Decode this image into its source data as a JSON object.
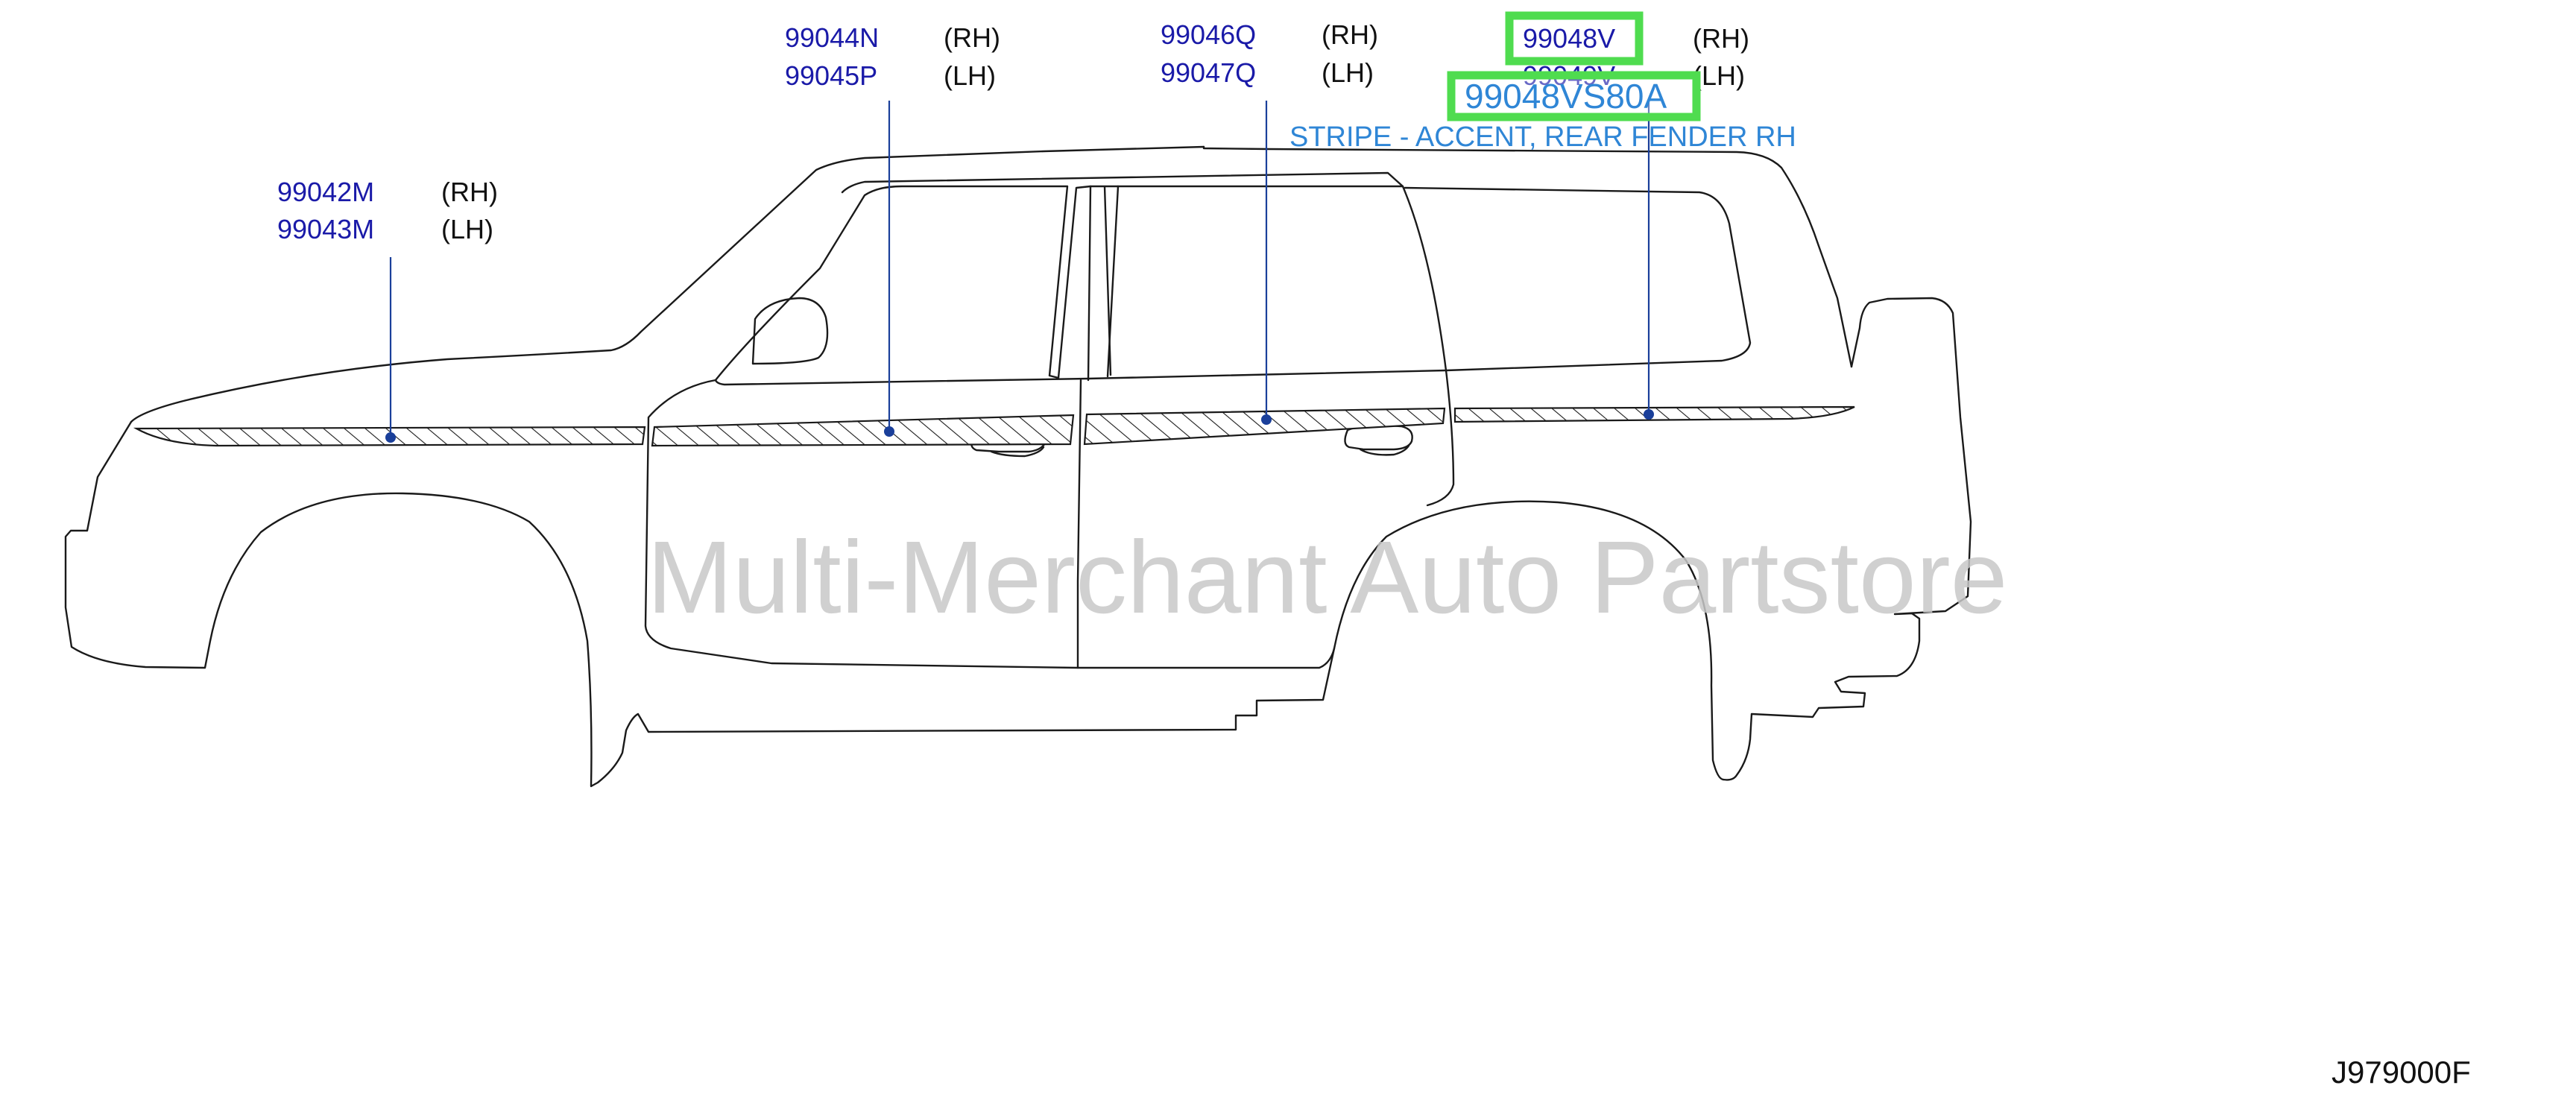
{
  "callouts": [
    {
      "rh_part": "99042M",
      "rh_side": "(RH)",
      "lh_part": "99043M",
      "lh_side": "(LH)"
    },
    {
      "rh_part": "99044N",
      "rh_side": "(RH)",
      "lh_part": "99045P",
      "lh_side": "(LH)"
    },
    {
      "rh_part": "99046Q",
      "rh_side": "(RH)",
      "lh_part": "99047Q",
      "lh_side": "(LH)"
    },
    {
      "rh_part": "99048V",
      "rh_side": "(RH)",
      "lh_part": "99049V",
      "lh_side": "(LH)"
    }
  ],
  "selected_part": {
    "number": "99048VS80A",
    "description": "STRIPE - ACCENT, REAR FENDER RH"
  },
  "watermark": "Multi-Merchant Auto Partstore",
  "diagram_code": "J979000F",
  "colors": {
    "part_number": "#1a1aa8",
    "highlight": "#4fdc4f",
    "selected_text": "#2f86d6",
    "watermark": "#c8c8c8"
  }
}
